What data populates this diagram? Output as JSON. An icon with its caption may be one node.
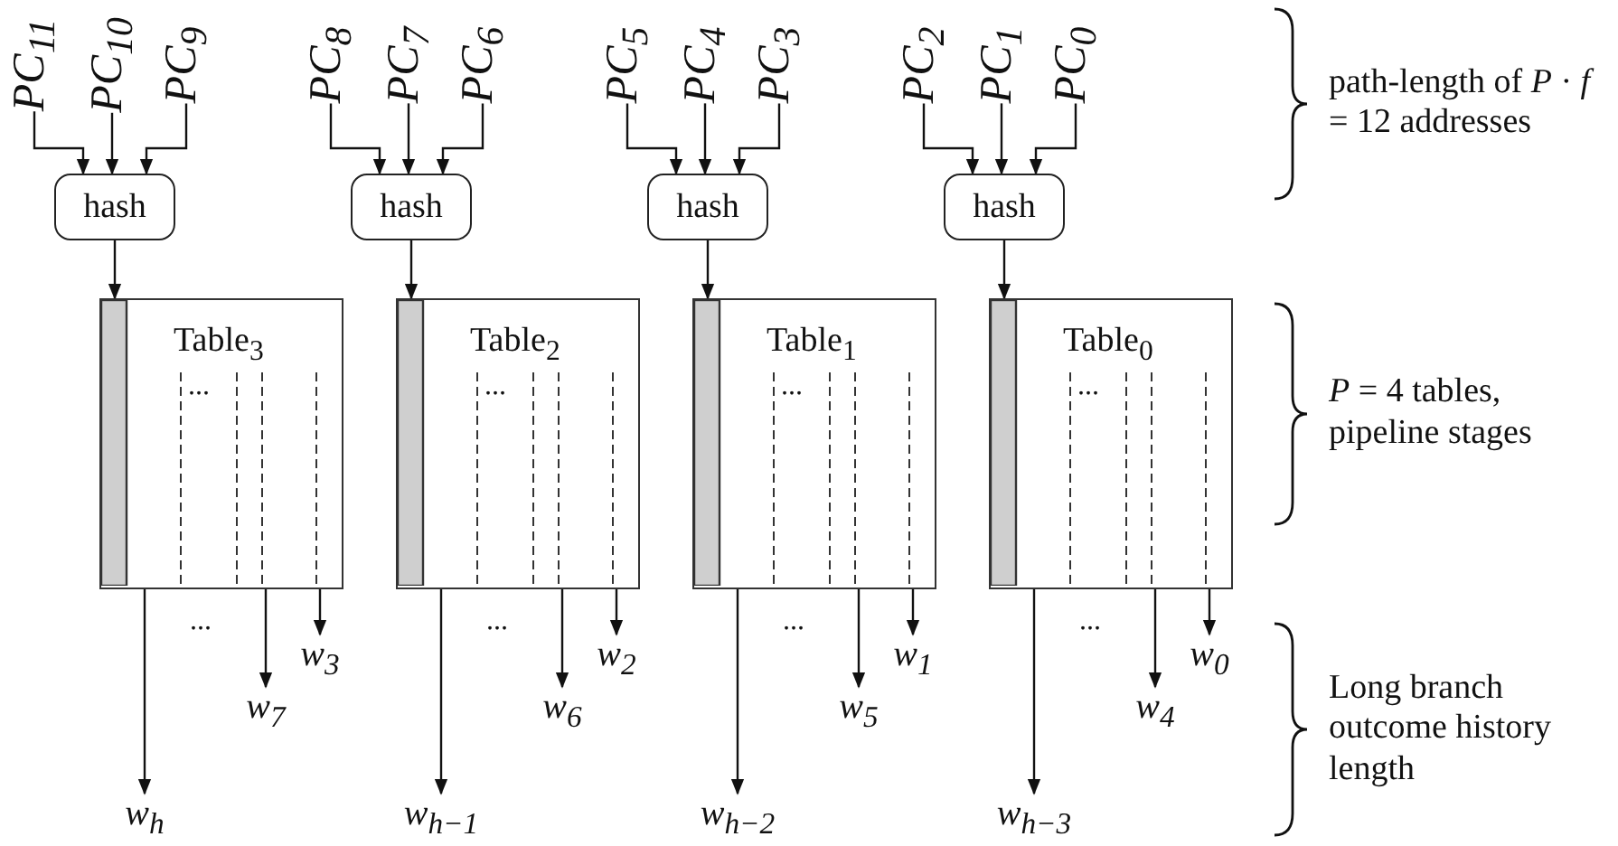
{
  "diagram": {
    "nodes": [
      {
        "text": [
          "PC$_{11}$"
        ]
      },
      {
        "text": [
          "PC$_{10}$"
        ]
      },
      {
        "text": [
          "PC$_{9}$"
        ]
      },
      {
        "text": [
          "hash"
        ]
      },
      {
        "text": [
          "Table$_{3}$",
          "..."
        ]
      },
      {
        "text": [
          "w$_{h}$"
        ]
      },
      {
        "text": [
          "w$_{7}$"
        ]
      },
      {
        "text": [
          "w$_{3}$"
        ]
      },
      {
        "text": [
          "PC$_{8}$"
        ]
      },
      {
        "text": [
          "PC$_{7}$"
        ]
      },
      {
        "text": [
          "PC$_{6}$"
        ]
      },
      {
        "text": [
          "hash"
        ]
      },
      {
        "text": [
          "Table$_{2}$",
          "..."
        ]
      },
      {
        "text": [
          "w$_{h−1}$"
        ]
      },
      {
        "text": [
          "w$_{6}$"
        ]
      },
      {
        "text": [
          "w$_{2}$"
        ]
      },
      {
        "text": [
          "PC$_{5}$"
        ]
      },
      {
        "text": [
          "PC$_{4}$"
        ]
      },
      {
        "text": [
          "PC$_{3}$"
        ]
      },
      {
        "text": [
          "hash"
        ]
      },
      {
        "text": [
          "Table$_{1}$",
          "..."
        ]
      },
      {
        "text": [
          "w$_{h−2}$"
        ]
      },
      {
        "text": [
          "w$_{5}$"
        ]
      },
      {
        "text": [
          "w$_{1}$"
        ]
      },
      {
        "text": [
          "PC$_{2}$"
        ]
      },
      {
        "text": [
          "PC$_{1}$"
        ]
      },
      {
        "text": [
          "PC$_{0}$"
        ]
      },
      {
        "text": [
          "hash"
        ]
      },
      {
        "text": [
          "Table$_{0}$",
          "..."
        ]
      },
      {
        "text": [
          "w$_{h−3}$"
        ]
      },
      {
        "text": [
          "w$_{4}$"
        ]
      },
      {
        "text": [
          "w$_{0}$"
        ]
      }
    ],
    "edges": [
      {
        "from": 0,
        "to": 3,
        "arrow": "to"
      },
      {
        "from": 1,
        "to": 3,
        "arrow": "to"
      },
      {
        "from": 2,
        "to": 3,
        "arrow": "to"
      },
      {
        "from": 3,
        "to": 4,
        "arrow": "to"
      },
      {
        "from": 4,
        "to": 5,
        "arrow": "to"
      },
      {
        "from": 4,
        "to": 6,
        "arrow": "to"
      },
      {
        "from": 4,
        "to": 7,
        "arrow": "to"
      },
      {
        "from": 8,
        "to": 11,
        "arrow": "to"
      },
      {
        "from": 9,
        "to": 11,
        "arrow": "to"
      },
      {
        "from": 10,
        "to": 11,
        "arrow": "to"
      },
      {
        "from": 11,
        "to": 12,
        "arrow": "to"
      },
      {
        "from": 12,
        "to": 13,
        "arrow": "to"
      },
      {
        "from": 12,
        "to": 14,
        "arrow": "to"
      },
      {
        "from": 12,
        "to": 15,
        "arrow": "to"
      },
      {
        "from": 16,
        "to": 19,
        "arrow": "to"
      },
      {
        "from": 17,
        "to": 19,
        "arrow": "to"
      },
      {
        "from": 18,
        "to": 19,
        "arrow": "to"
      },
      {
        "from": 19,
        "to": 20,
        "arrow": "to"
      },
      {
        "from": 20,
        "to": 21,
        "arrow": "to"
      },
      {
        "from": 20,
        "to": 22,
        "arrow": "to"
      },
      {
        "from": 20,
        "to": 23,
        "arrow": "to"
      },
      {
        "from": 24,
        "to": 27,
        "arrow": "to"
      },
      {
        "from": 25,
        "to": 27,
        "arrow": "to"
      },
      {
        "from": 26,
        "to": 27,
        "arrow": "to"
      },
      {
        "from": 27,
        "to": 28,
        "arrow": "to"
      },
      {
        "from": 28,
        "to": 29,
        "arrow": "to"
      },
      {
        "from": 28,
        "to": 30,
        "arrow": "to"
      },
      {
        "from": 28,
        "to": 31,
        "arrow": "to"
      }
    ],
    "labels": [
      "...",
      "...",
      "...",
      "...",
      "path-length of *P* · *f* = 12 addresses",
      "*P* = 4 tables, pipeline stages",
      "Long branch outcome history length"
    ]
  }
}
